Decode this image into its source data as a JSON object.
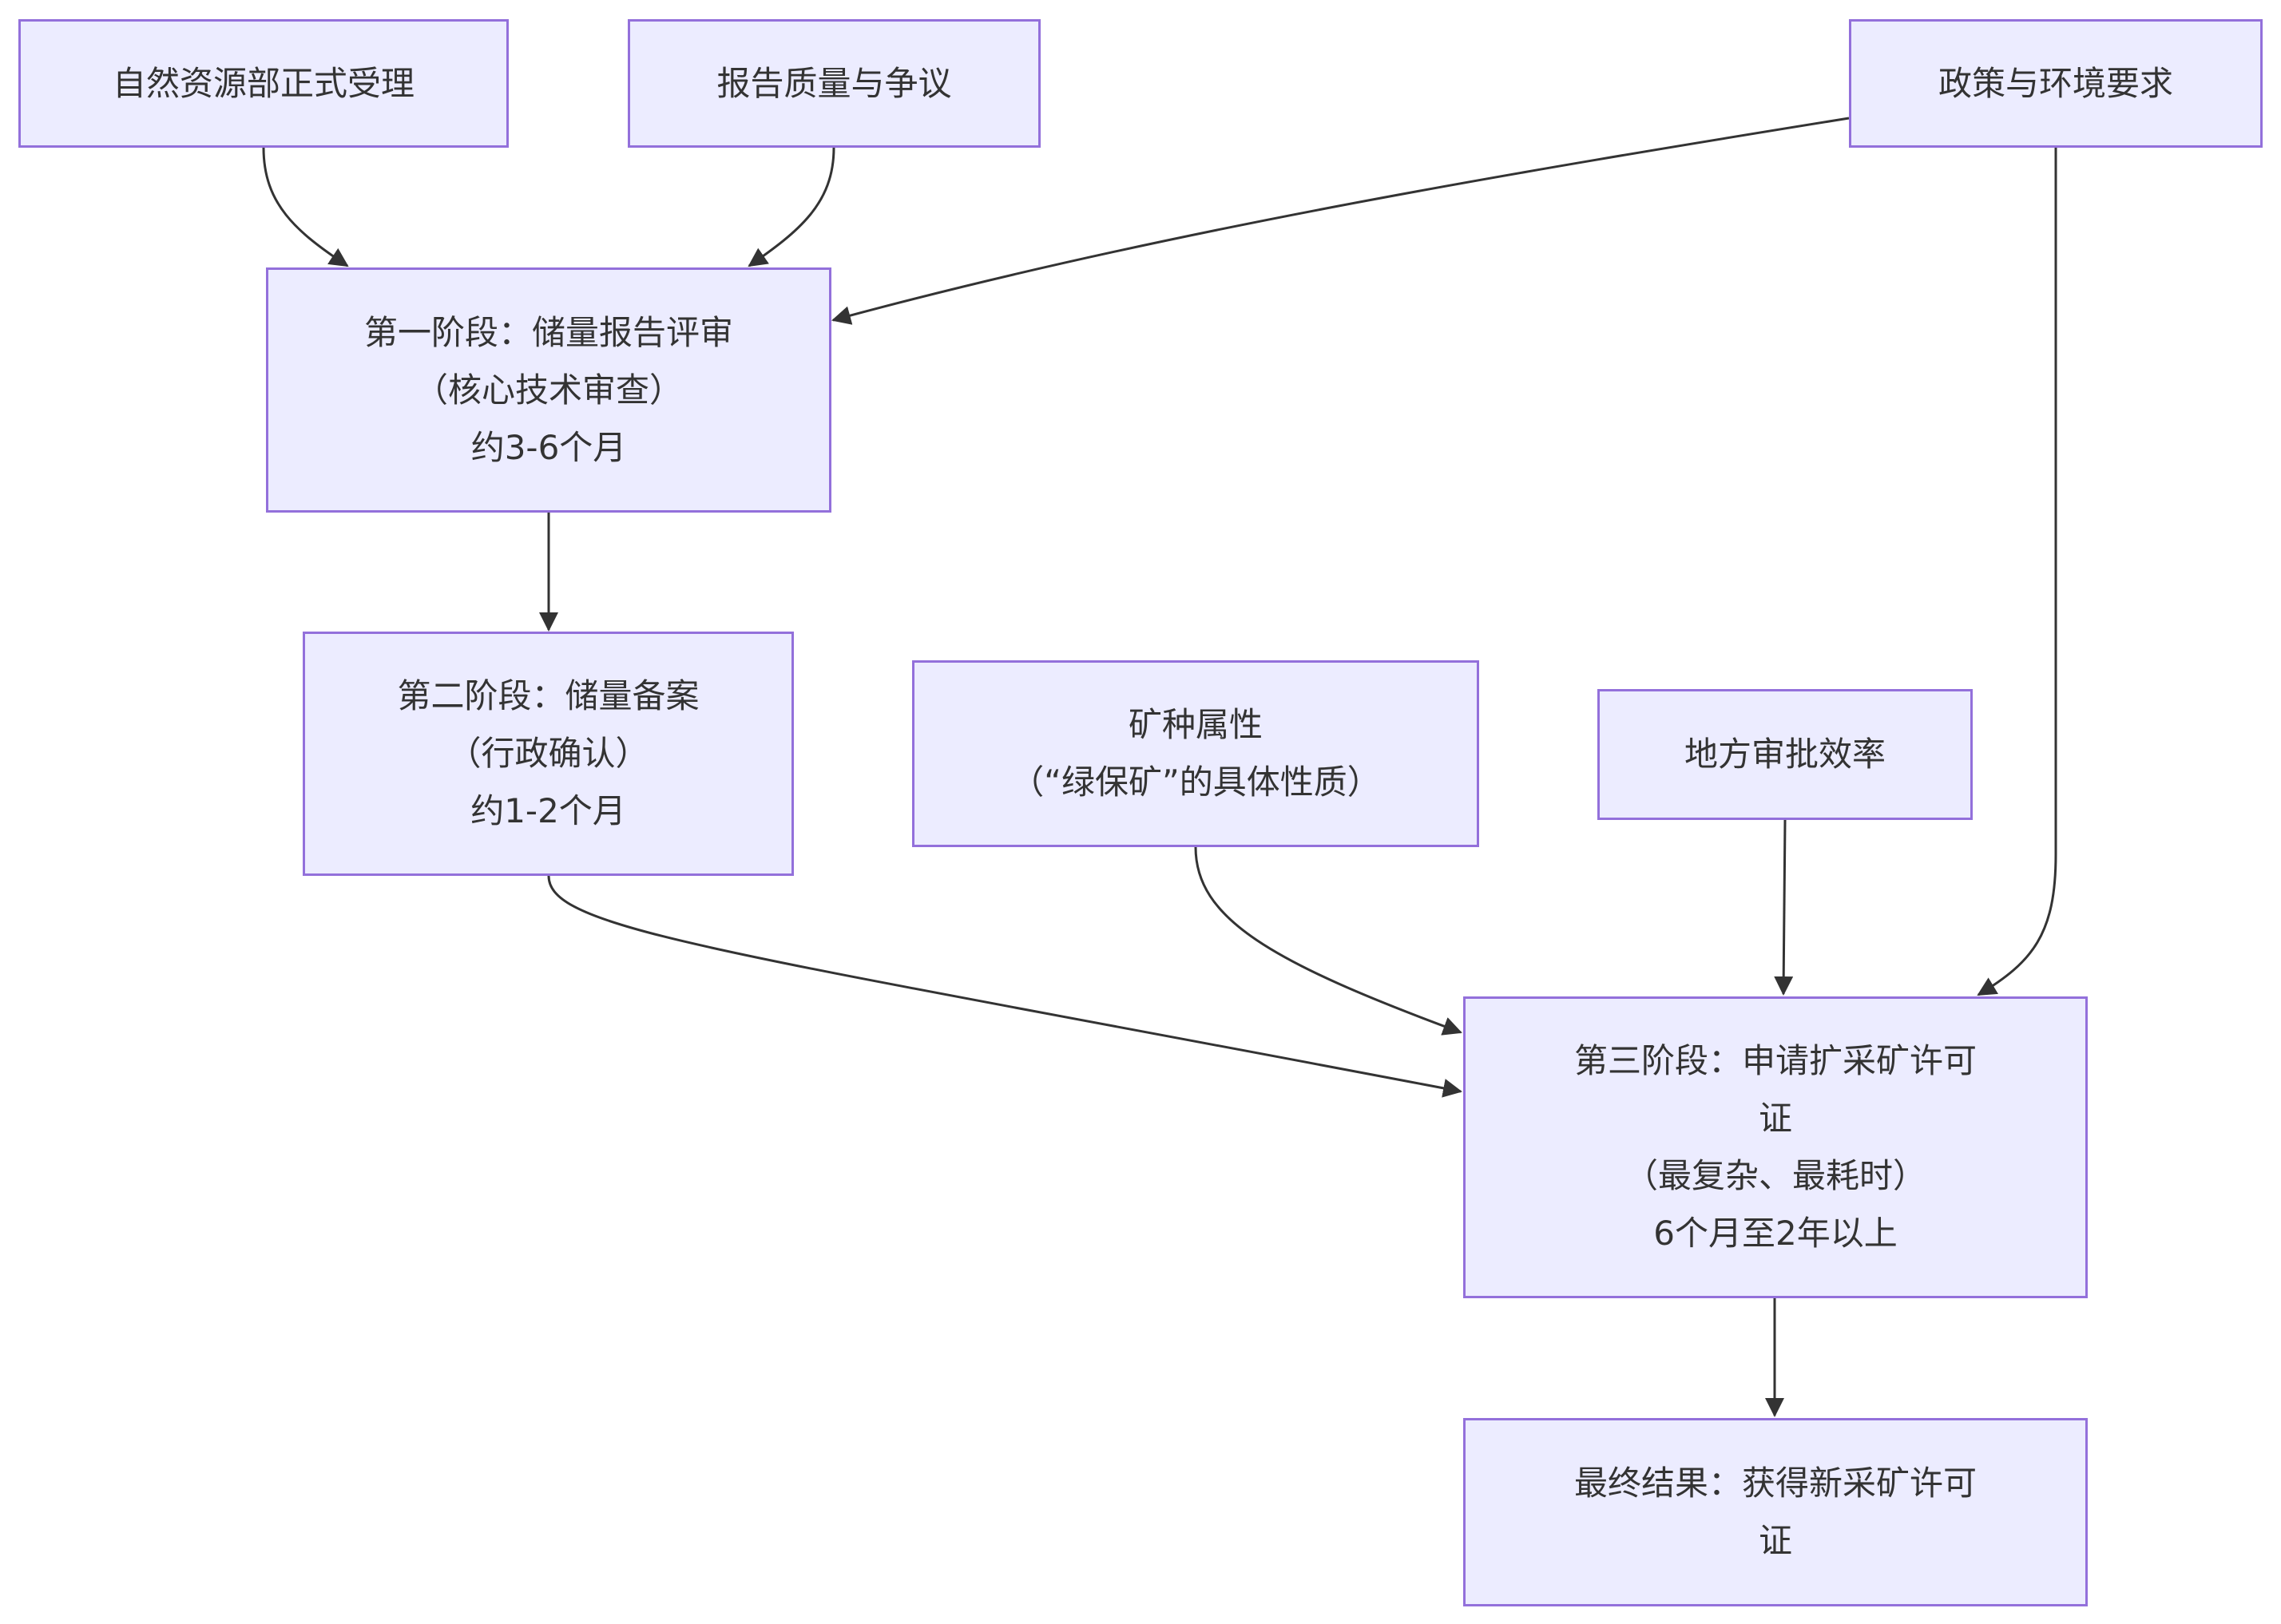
{
  "diagram": {
    "type": "flowchart",
    "colors": {
      "node_fill": "#ECECFF",
      "node_border": "#9370DB",
      "text": "#333333",
      "edge": "#333333",
      "background": "#FFFFFF"
    },
    "nodes": {
      "accept": {
        "lines": [
          "自然资源部正式受理"
        ]
      },
      "quality": {
        "lines": [
          "报告质量与争议"
        ]
      },
      "policy": {
        "lines": [
          "政策与环境要求"
        ]
      },
      "stage1": {
        "lines": [
          "第一阶段：储量报告评审",
          "（核心技术审查）",
          "约3-6个月"
        ]
      },
      "stage2": {
        "lines": [
          "第二阶段：储量备案",
          "（行政确认）",
          "约1-2个月"
        ]
      },
      "mineral": {
        "lines": [
          "矿种属性",
          "（“绿保矿”的具体性质）"
        ]
      },
      "local": {
        "lines": [
          "地方审批效率"
        ]
      },
      "stage3": {
        "lines": [
          "第三阶段：申请扩采矿许可",
          "证",
          "（最复杂、最耗时）",
          "6个月至2年以上"
        ]
      },
      "final": {
        "lines": [
          "最终结果：获得新采矿许可",
          "证"
        ]
      }
    },
    "edges": [
      {
        "from": "accept",
        "to": "stage1"
      },
      {
        "from": "quality",
        "to": "stage1"
      },
      {
        "from": "policy",
        "to": "stage1"
      },
      {
        "from": "stage1",
        "to": "stage2"
      },
      {
        "from": "stage2",
        "to": "stage3"
      },
      {
        "from": "mineral",
        "to": "stage3"
      },
      {
        "from": "local",
        "to": "stage3"
      },
      {
        "from": "policy",
        "to": "stage3"
      },
      {
        "from": "stage3",
        "to": "final"
      }
    ]
  }
}
